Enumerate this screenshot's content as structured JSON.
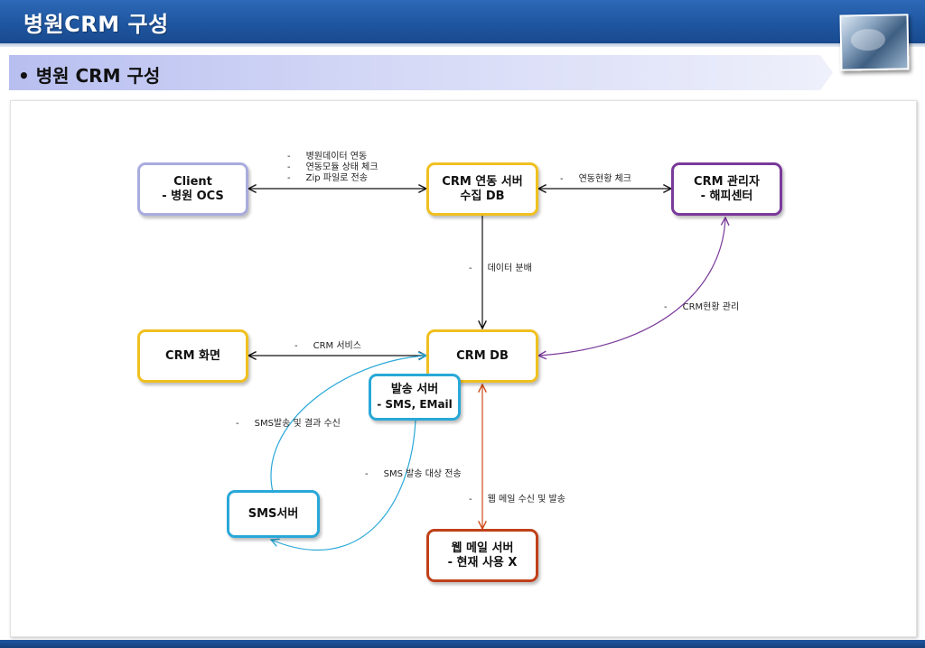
{
  "header": {
    "title": "병원CRM 구성"
  },
  "subtitle": "• 병원 CRM 구성",
  "nodes": {
    "client": {
      "line1": "Client",
      "line2": "- 병원 OCS",
      "border": "#a9acdd"
    },
    "crm_server": {
      "line1": "CRM 연동 서버",
      "line2": "수집 DB",
      "border": "#f0c020"
    },
    "crm_admin": {
      "line1": "CRM 관리자",
      "line2": "- 해피센터",
      "border": "#7a3a9a"
    },
    "crm_screen": {
      "line1": "CRM 화면",
      "border": "#f0c020"
    },
    "crm_db": {
      "line1": "CRM DB",
      "border": "#f0c020"
    },
    "send_server": {
      "line1": "발송 서버",
      "line2": "- SMS, EMail",
      "border": "#29a8d8"
    },
    "sms_server": {
      "line1": "SMS서버",
      "border": "#29a8d8"
    },
    "web_mail": {
      "line1": "웹 메일 서버",
      "line2": "- 현재 사용 X",
      "border": "#c0401a"
    }
  },
  "labels": {
    "client_server": [
      "병원데이터 연동",
      "연동모듈 상태 체크",
      "Zip 파일로 전송"
    ],
    "server_admin": "연동현황 체크",
    "server_db": "데이터 분배",
    "db_admin": "CRM현황 관리",
    "db_screen": "CRM 서비스",
    "sms_db": "SMS발송 및 결과 수신",
    "send_sms": "SMS 발송 대상 전송",
    "db_webmail": "웹 메일 수신 및 발송",
    "dash": "-"
  },
  "colors": {
    "arrow_black": "#111111",
    "arrow_purple": "#7a3a9a",
    "arrow_blue": "#29a8d8",
    "arrow_red": "#d04a1a"
  }
}
